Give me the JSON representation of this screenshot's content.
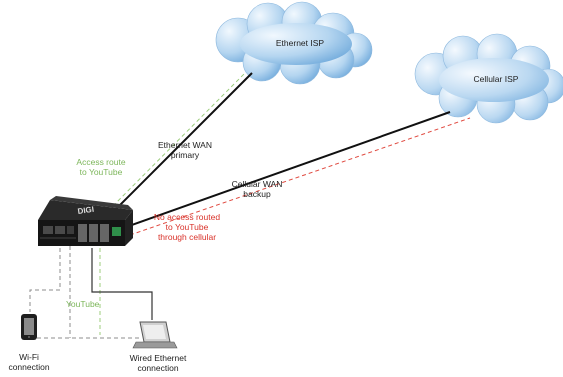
{
  "clouds": {
    "ethernet": "Ethernet ISP",
    "cellular": "Cellular ISP"
  },
  "links": {
    "ethernet_wan": [
      "Ethernet WAN",
      "primary"
    ],
    "cellular_wan": [
      "Cellular WAN",
      "backup"
    ]
  },
  "notes": {
    "access_route": [
      "Access route",
      "to YouTube"
    ],
    "no_access": [
      "No access routed",
      "to YouTube",
      "through cellular"
    ],
    "youtube": "YouTube"
  },
  "router": {
    "brand": "DIGI"
  },
  "clients": {
    "wifi": [
      "Wi-Fi",
      "connection"
    ],
    "wired": [
      "Wired Ethernet",
      "connection"
    ]
  },
  "colors": {
    "solid_link": "#111111",
    "dashed_green": "#9ccc7c",
    "dashed_red": "#e04a40",
    "dashed_gray": "#8c8c8c",
    "cloud_light": "#f1f8fe",
    "cloud_dark": "#5f9fd6"
  },
  "icons": {
    "router": "router-icon",
    "phone": "phone-icon",
    "laptop": "laptop-icon",
    "cloud": "cloud-icon"
  }
}
